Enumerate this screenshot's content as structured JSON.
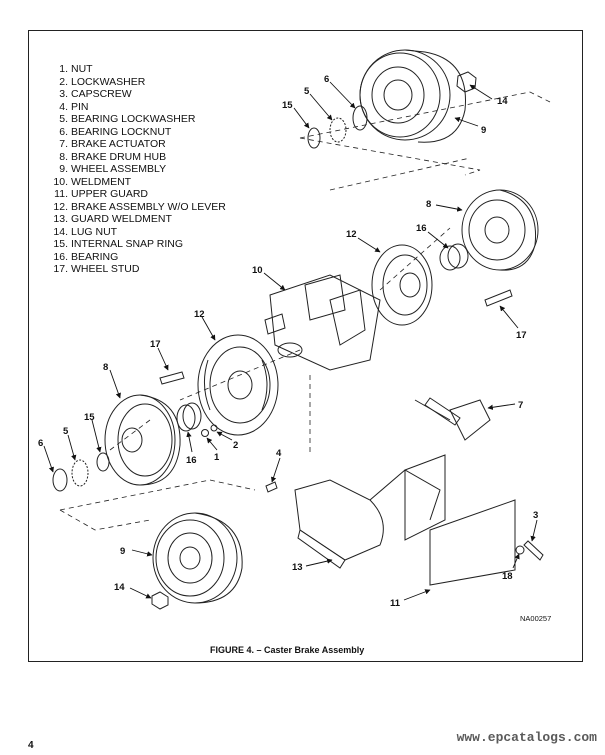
{
  "legend": [
    {
      "num": "1.",
      "label": "NUT"
    },
    {
      "num": "2.",
      "label": "LOCKWASHER"
    },
    {
      "num": "3.",
      "label": "CAPSCREW"
    },
    {
      "num": "4.",
      "label": "PIN"
    },
    {
      "num": "5.",
      "label": "BEARING LOCKWASHER"
    },
    {
      "num": "6.",
      "label": "BEARING LOCKNUT"
    },
    {
      "num": "7.",
      "label": "BRAKE ACTUATOR"
    },
    {
      "num": "8.",
      "label": "BRAKE DRUM HUB"
    },
    {
      "num": "9.",
      "label": "WHEEL ASSEMBLY"
    },
    {
      "num": "10.",
      "label": "WELDMENT"
    },
    {
      "num": "11.",
      "label": "UPPER GUARD"
    },
    {
      "num": "12.",
      "label": "BRAKE ASSEMBLY W/O LEVER"
    },
    {
      "num": "13.",
      "label": "GUARD WELDMENT"
    },
    {
      "num": "14.",
      "label": "LUG NUT"
    },
    {
      "num": "15.",
      "label": "INTERNAL SNAP RING"
    },
    {
      "num": "16.",
      "label": "BEARING"
    },
    {
      "num": "17.",
      "label": "WHEEL STUD"
    }
  ],
  "callouts": {
    "c14_top": "14",
    "c6_top": "6",
    "c5_top": "5",
    "c15_top": "15",
    "c9_top": "9",
    "c8_right": "8",
    "c16_right": "16",
    "c12_right": "12",
    "c10": "10",
    "c17_right": "17",
    "c12_left": "12",
    "c17_left": "17",
    "c8_left": "8",
    "c15_left": "15",
    "c5_left": "5",
    "c6_left": "6",
    "c16_left": "16",
    "c1": "1",
    "c2": "2",
    "c7": "7",
    "c4": "4",
    "c3": "3",
    "c18": "18",
    "c9_bottom": "9",
    "c14_bottom": "14",
    "c13": "13",
    "c11": "11"
  },
  "drawing_code": "NA00257",
  "caption": "FIGURE 4. – Caster Brake Assembly",
  "page_number": "4",
  "watermark": "www.epcatalogs.com"
}
